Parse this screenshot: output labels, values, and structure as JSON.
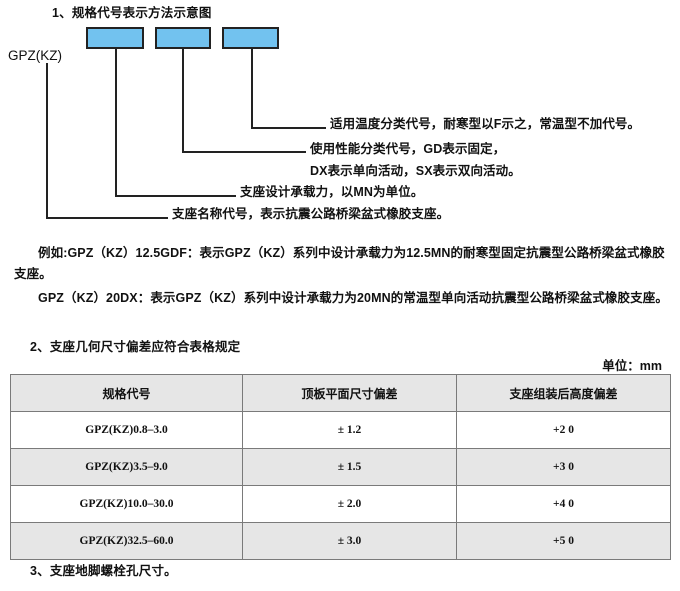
{
  "headings": {
    "section1": "1、规格代号表示方法示意图",
    "section2": "2、支座几何尺寸偏差应符合表格规定",
    "section3": "3、支座地脚螺栓孔尺寸。"
  },
  "diagram": {
    "prefix_label": "GPZ(KZ)",
    "box_color": "#72c2ef",
    "boxes": [
      {
        "name": "box-1"
      },
      {
        "name": "box-2"
      },
      {
        "name": "box-3"
      }
    ],
    "annotations": [
      "适用温度分类代号，耐寒型以F示之，常温型不加代号。",
      "使用性能分类代号，GD表示固定，",
      "DX表示单向活动，SX表示双向活动。",
      "支座设计承载力，以MN为单位。",
      "支座名称代号，表示抗震公路桥梁盆式橡胶支座。"
    ]
  },
  "paragraphs": [
    "例如:GPZ（KZ）12.5GDF：表示GPZ（KZ）系列中设计承载力为12.5MN的耐寒型固定抗震型公路桥梁盆式橡胶支座。",
    "GPZ（KZ）20DX：表示GPZ（KZ）系列中设计承载力为20MN的常温型单向活动抗震型公路桥梁盆式橡胶支座。"
  ],
  "table": {
    "unit_label": "单位：mm",
    "columns": [
      "规格代号",
      "顶板平面尺寸偏差",
      "支座组装后高度偏差"
    ],
    "rows": [
      [
        "GPZ(KZ)0.8–3.0",
        "± 1.2",
        "+2  0"
      ],
      [
        "GPZ(KZ)3.5–9.0",
        "± 1.5",
        "+3  0"
      ],
      [
        "GPZ(KZ)10.0–30.0",
        "± 2.0",
        "+4  0"
      ],
      [
        "GPZ(KZ)32.5–60.0",
        "± 3.0",
        "+5  0"
      ]
    ]
  }
}
